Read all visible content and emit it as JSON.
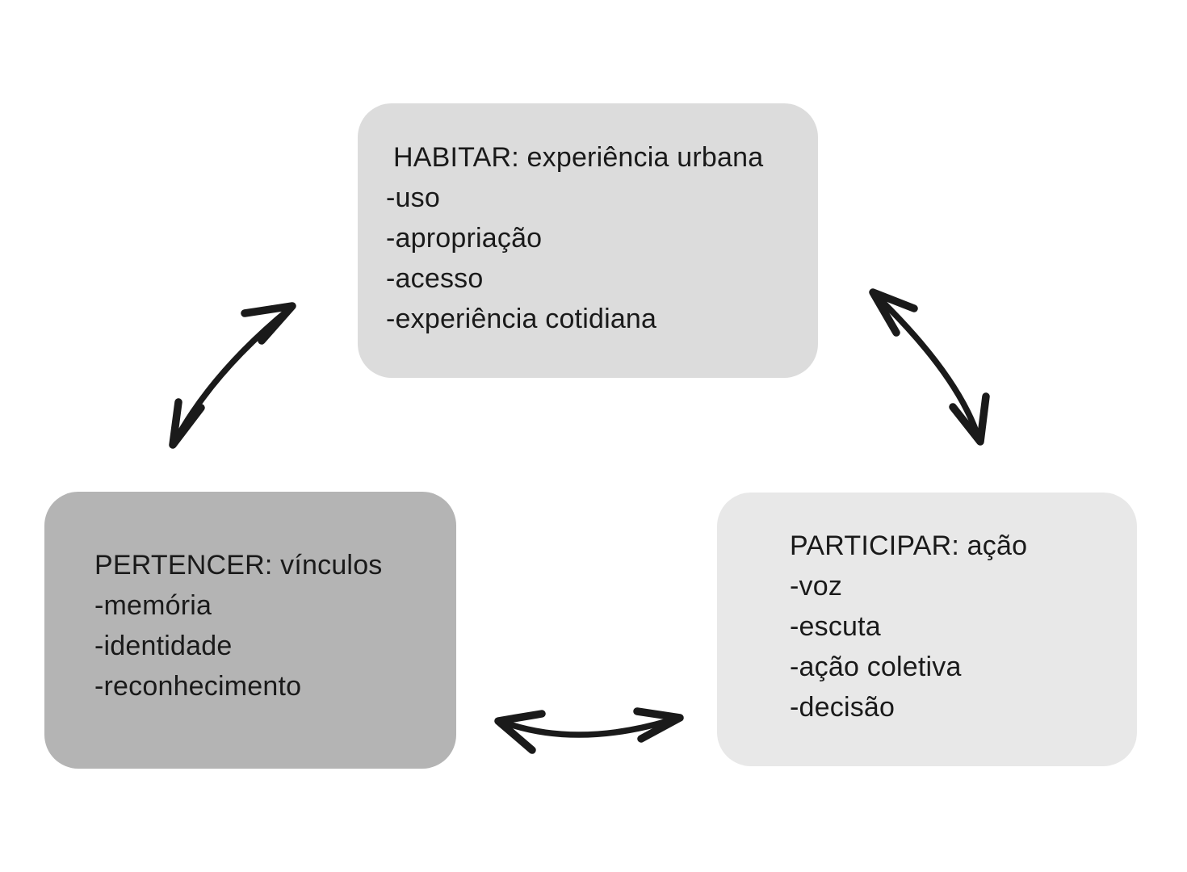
{
  "diagram": {
    "background": "#ffffff",
    "ink": "#1a1a1a",
    "nodes": {
      "habitar": {
        "title": "HABITAR: experiência urbana",
        "items": [
          "-uso",
          "-apropriação",
          "-acesso",
          "-experiência cotidiana"
        ],
        "fill": "#dcdcdc"
      },
      "pertencer": {
        "title": "PERTENCER: vínculos",
        "items": [
          "-memória",
          "-identidade",
          "-reconhecimento"
        ],
        "fill": "#b4b4b4"
      },
      "participar": {
        "title": "PARTICIPAR: ação",
        "items": [
          "-voz",
          "-escuta",
          "-ação coletiva",
          "-decisão"
        ],
        "fill": "#e8e8e8"
      }
    },
    "connections": [
      {
        "from": "PERTENCER",
        "to": "HABITAR",
        "type": "bidirectional"
      },
      {
        "from": "HABITAR",
        "to": "PARTICIPAR",
        "type": "bidirectional"
      },
      {
        "from": "PERTENCER",
        "to": "PARTICIPAR",
        "type": "bidirectional"
      }
    ]
  }
}
